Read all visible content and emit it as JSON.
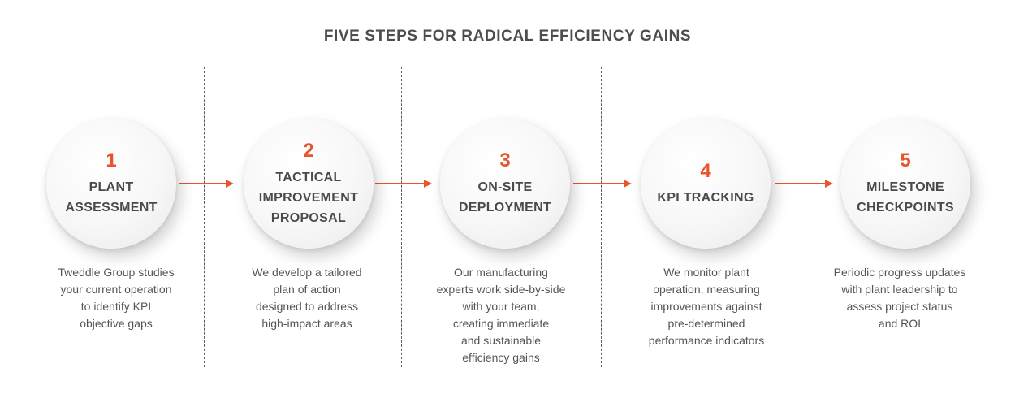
{
  "title": "FIVE STEPS FOR RADICAL EFFICIENCY GAINS",
  "accent_color": "#e8542c",
  "steps": [
    {
      "number": "1",
      "name": "PLANT\nASSESSMENT",
      "description": "Tweddle Group studies\nyour current operation\nto identify KPI\nobjective gaps"
    },
    {
      "number": "2",
      "name": "TACTICAL\nIMPROVEMENT\nPROPOSAL",
      "description": "We develop a tailored\nplan of action\ndesigned to address\nhigh-impact areas"
    },
    {
      "number": "3",
      "name": "ON-SITE\nDEPLOYMENT",
      "description": "Our manufacturing\nexperts work side-by-side\nwith your team,\ncreating immediate\nand sustainable\nefficiency gains"
    },
    {
      "number": "4",
      "name": "KPI TRACKING",
      "description": "We monitor plant\noperation, measuring\nimprovements against\npre-determined\nperformance indicators"
    },
    {
      "number": "5",
      "name": "MILESTONE\nCHECKPOINTS",
      "description": "Periodic progress updates\nwith plant leadership to\nassess project status\nand ROI"
    }
  ]
}
